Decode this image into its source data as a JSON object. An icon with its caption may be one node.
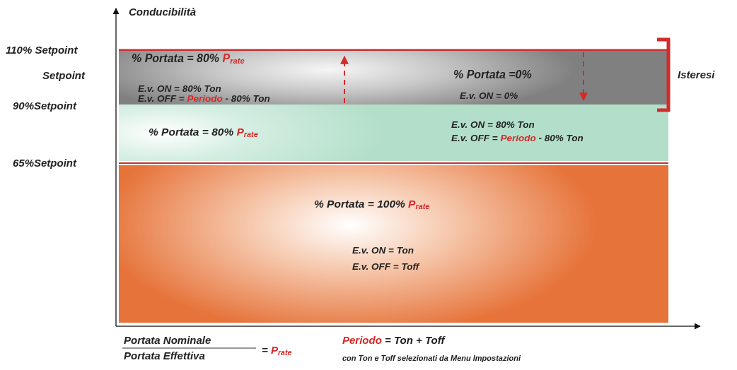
{
  "diagram": {
    "nodes": [
      {
        "text": [
          "% Portata = 80% **P$_{rate}$**",
          "E.v. ON = 80% Ton",
          "E.v. OFF = **Periodo** - 80% Ton",
          "% Portata =0%",
          "E.v. ON = 0%"
        ]
      },
      {
        "text": [
          "% Portata = 80% **P$_{rate}$**",
          "E.v. ON = 80% Ton",
          "E.v. OFF = **Periodo** - 80% Ton"
        ]
      },
      {
        "text": [
          "% Portata = 100% **P$_{rate}$**",
          "E.v. ON = Ton",
          "E.v. OFF = Toff"
        ]
      }
    ],
    "labels": [
      "Conducibilità",
      "110% Setpoint",
      "Setpoint",
      "90%Setpoint",
      "Isteresi",
      "65%Setpoint",
      "Portata Nominale",
      "Portata Effettiva",
      "= **P$_{rate}$**",
      "**Periodo** = Ton + Toff",
      "con Ton e Toff selezionati da Menu Impostazioni"
    ]
  }
}
